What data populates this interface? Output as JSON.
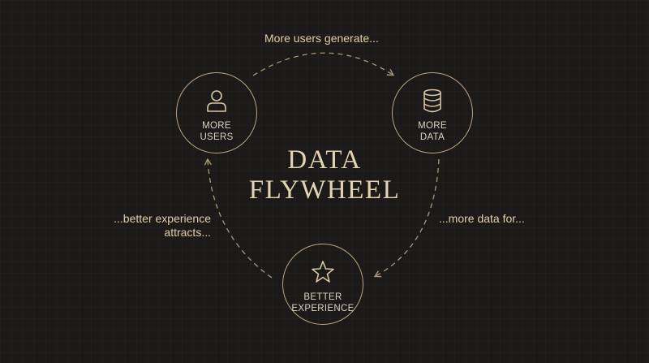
{
  "diagram": {
    "title_lines": [
      "DATA",
      "FLYWHEEL"
    ],
    "nodes": [
      {
        "id": "users",
        "lines": [
          "MORE",
          "USERS"
        ],
        "icon": "user-icon"
      },
      {
        "id": "data",
        "lines": [
          "MORE",
          "DATA"
        ],
        "icon": "database-icon"
      },
      {
        "id": "experience",
        "lines": [
          "BETTER",
          "EXPERIENCE"
        ],
        "icon": "star-icon"
      }
    ],
    "edges": [
      {
        "from": "users",
        "to": "data",
        "label_lines": [
          "More users generate..."
        ]
      },
      {
        "from": "data",
        "to": "experience",
        "label_lines": [
          "...more data for..."
        ]
      },
      {
        "from": "experience",
        "to": "users",
        "label_lines": [
          "...better experience",
          "attracts..."
        ]
      }
    ]
  },
  "colors": {
    "background": "#1c1a18",
    "accent": "#b9a47f",
    "text": "#e0cfa9"
  }
}
